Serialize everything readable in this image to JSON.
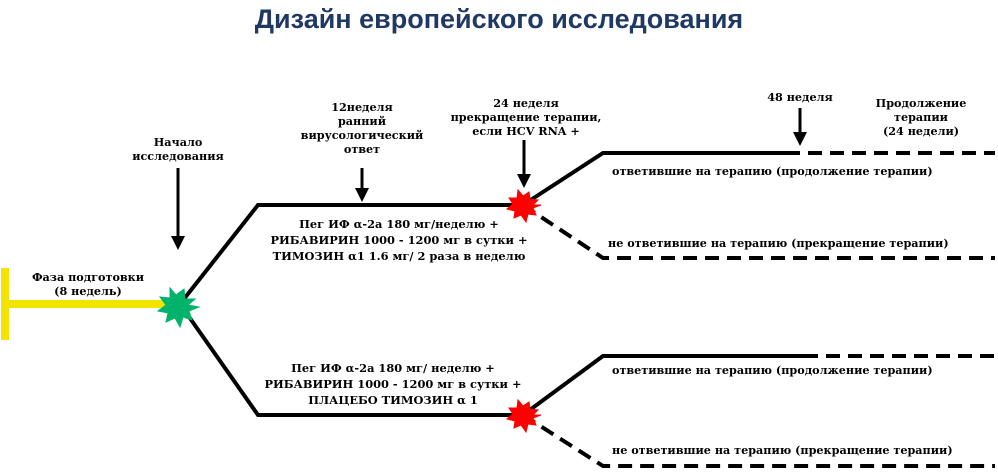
{
  "title": "Дизайн европейского исследования",
  "timepoints": {
    "prep_phase": [
      "Фаза подготовки",
      "(8 недель)"
    ],
    "study_start": [
      "Начало",
      "исследования"
    ],
    "week12": [
      "12неделя",
      "ранний",
      "вирусологический",
      "ответ"
    ],
    "week24": [
      "24 неделя",
      "прекращение терапии,",
      "если HCV RNA +"
    ],
    "week48": [
      "48 неделя"
    ],
    "continuation": [
      "Продолжение",
      "терапии",
      "(24 недели)"
    ]
  },
  "arms": [
    {
      "regimen": [
        "Пег ИФ α-2а 180 мг/неделю +",
        "РИБАВИРИН 1000 - 1200 мг в сутки +",
        "ТИМОЗИН α1 1.6 мг/ 2 раза в неделю"
      ],
      "responders": "ответившие на терапию (продолжение терапии)",
      "nonresponders": "не ответившие на терапию (прекращение терапии)"
    },
    {
      "regimen": [
        "Пег ИФ α-2а 180 мг/ неделю +",
        "РИБАВИРИН 1000 - 1200 мг в сутки +",
        "ПЛАЦЕБО ТИМОЗИН α 1"
      ],
      "responders": "ответившие на терапию (продолжение терапии)",
      "nonresponders": "не ответившие на терапию (прекращение терапии)"
    }
  ],
  "colors": {
    "title": "#1f3864",
    "prep_bar": "#f2e400",
    "start_star": "#00b36b",
    "decision_star": "#ff0000",
    "lines": "#000000"
  }
}
